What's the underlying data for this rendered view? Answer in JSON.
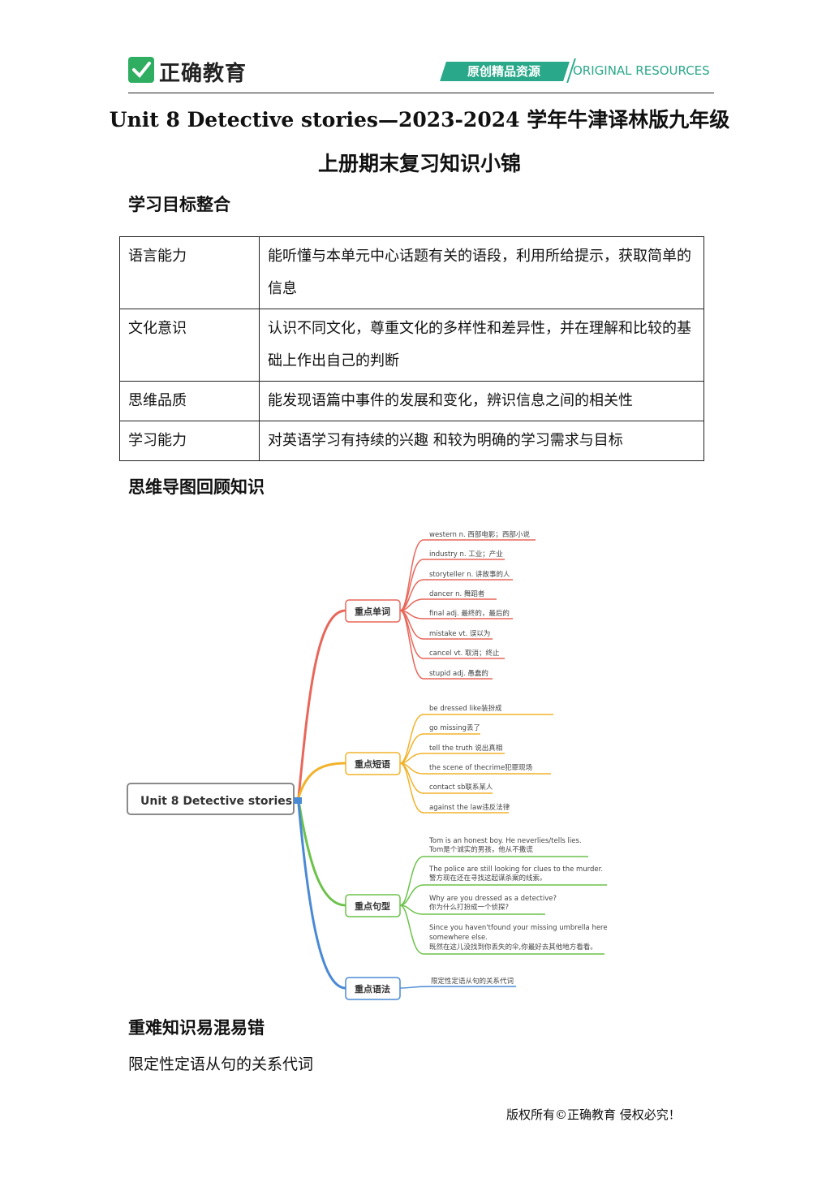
{
  "header": {
    "brand": "正确教育",
    "banner": "原创精品资源",
    "banner_en": "ORIGINAL RESOURCES"
  },
  "title": {
    "line1": "Unit 8 Detective stories—2023-2024 学年牛津译林版九年级",
    "line2": "上册期末复习知识小锦"
  },
  "sections": {
    "goals": "学习目标整合",
    "mindmap": "思维导图回顾知识",
    "hard": "重难知识易混易错"
  },
  "goals_table": [
    {
      "k": "语言能力",
      "v": "能听懂与本单元中心话题有关的语段，利用所给提示，获取简单的信息"
    },
    {
      "k": "文化意识",
      "v": "认识不同文化，尊重文化的多样性和差异性，并在理解和比较的基础上作出自己的判断"
    },
    {
      "k": "思维品质",
      "v": "能发现语篇中事件的发展和变化，辨识信息之间的相关性"
    },
    {
      "k": "学习能力",
      "v": "对英语学习有持续的兴趣 和较为明确的学习需求与目标"
    }
  ],
  "mindmap": {
    "root": "Unit 8 Detective stories",
    "branches": [
      {
        "label": "重点单词",
        "color": "#e8675a",
        "items": [
          "western  n. 西部电影；西部小说",
          "industry  n. 工业；产业",
          "storyteller  n. 讲故事的人",
          "dancer  n. 舞蹈者",
          "final  adj. 最终的，最后的",
          "mistake  vt. 误以为",
          "cancel   vt. 取消；终止",
          "stupid   adj. 愚蠢的"
        ]
      },
      {
        "label": "重点短语",
        "color": "#f2b22a",
        "items": [
          "be dressed like装扮成",
          "go missing丢了",
          "tell the truth 说出真相",
          "the scene of thecrime犯罪现场",
          "contact sb联系某人",
          "against the law违反法律"
        ]
      },
      {
        "label": "重点句型",
        "color": "#6cc24a",
        "items": [
          [
            "Tom is an honest boy. He neverlies/tells lies.",
            "Tom是个诚实的男孩，他从不撒谎"
          ],
          [
            "The police are still looking for clues to the murder.",
            "警方现在还在寻找这起谋杀案的线索。"
          ],
          [
            "Why are you dressed as a detective?",
            "你为什么打扮成一个侦探?"
          ],
          [
            "Since you haven'tfound your missing umbrella here",
            "somewhere else.",
            "既然在这儿没找到你丢失的伞,你最好去其他地方看看。"
          ]
        ]
      },
      {
        "label": "重点语法",
        "color": "#4a8ad4",
        "items": [
          "限定性定语从句的关系代词"
        ]
      }
    ]
  },
  "hard_text": "限定性定语从句的关系代词",
  "footer": "版权所有©正确教育  侵权必究！"
}
